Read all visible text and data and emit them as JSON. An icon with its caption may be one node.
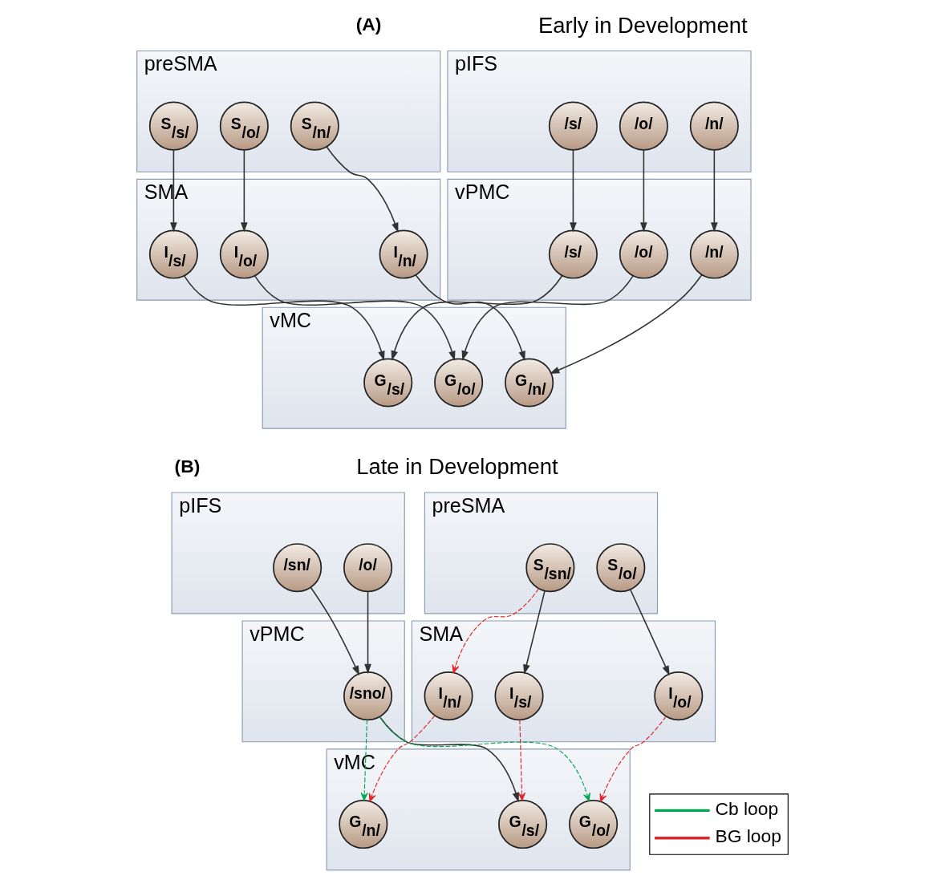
{
  "diagram": {
    "nodes": [
      {
        "text": [
          "pIFS"
        ]
      },
      {
        "text": [
          "/s/"
        ],
        "in": 0
      },
      {
        "text": [
          "/n/"
        ],
        "in": 0
      },
      {
        "text": [
          "/o/"
        ],
        "in": 0
      },
      {
        "text": [
          "preSMA"
        ]
      },
      {
        "text": [
          "S$_{/s/}$"
        ],
        "in": 4
      },
      {
        "text": [
          "S$_{/n/}$"
        ],
        "in": 4
      },
      {
        "text": [
          "S$_{/o/}$"
        ],
        "in": 4
      },
      {
        "text": [
          "vPMC"
        ]
      },
      {
        "text": [
          "/s/"
        ],
        "in": 8
      },
      {
        "text": [
          "/n/"
        ],
        "in": 8
      },
      {
        "text": [
          "/o/"
        ],
        "in": 8
      },
      {
        "text": [
          "SMA"
        ]
      },
      {
        "text": [
          "I$_{/s/}$"
        ],
        "in": 12
      },
      {
        "text": [
          "I$_{/n/}$"
        ],
        "in": 12
      },
      {
        "text": [
          "I$_{/o/}$"
        ],
        "in": 12
      },
      {
        "text": [
          "vMC"
        ]
      },
      {
        "text": [
          "G$_{/s/}$"
        ],
        "in": 16
      },
      {
        "text": [
          "G$_{/n/}$"
        ],
        "in": 16
      },
      {
        "text": [
          "G$_{/o/}$"
        ],
        "in": 16
      },
      {
        "text": [
          "pIFS"
        ]
      },
      {
        "text": [
          "/sn/"
        ],
        "in": 20
      },
      {
        "text": [
          "/o/"
        ],
        "in": 20
      },
      {
        "text": [
          "preSMA"
        ]
      },
      {
        "text": [
          "S$_{/sn/}$"
        ],
        "in": 23
      },
      {
        "text": [
          "S$_{/o/}$"
        ],
        "in": 23
      },
      {
        "text": [
          "vPMC"
        ]
      },
      {
        "text": [
          "/sno/"
        ],
        "in": 26
      },
      {
        "text": [
          "SMA"
        ]
      },
      {
        "text": [
          "I$_{/s/}$"
        ],
        "in": 28
      },
      {
        "text": [
          "I$_{/n/}$"
        ],
        "in": 28
      },
      {
        "text": [
          "I$_{/o/}$"
        ],
        "in": 28
      },
      {
        "text": [
          "vMC"
        ]
      },
      {
        "text": [
          "G$_{/s/}$"
        ],
        "in": 32
      },
      {
        "text": [
          "G$_{/n/}$"
        ],
        "in": 32
      },
      {
        "text": [
          "G$_{/o/}$"
        ],
        "in": 32
      }
    ],
    "edges": [
      {
        "from": 1,
        "to": 9,
        "arrow": "to"
      },
      {
        "from": 2,
        "to": 10,
        "arrow": "to"
      },
      {
        "from": 3,
        "to": 11,
        "arrow": "to"
      },
      {
        "from": 5,
        "to": 13,
        "arrow": "to"
      },
      {
        "from": 6,
        "to": 14,
        "arrow": "to"
      },
      {
        "from": 7,
        "to": 15,
        "arrow": "to"
      },
      {
        "from": 9,
        "to": 17,
        "arrow": "to"
      },
      {
        "from": 10,
        "to": 18,
        "arrow": "to"
      },
      {
        "from": 11,
        "to": 19,
        "arrow": "to"
      },
      {
        "from": 13,
        "to": 17,
        "arrow": "to"
      },
      {
        "from": 14,
        "to": 18,
        "arrow": "to"
      },
      {
        "from": 15,
        "to": 19,
        "arrow": "to"
      },
      {
        "from": 21,
        "to": 27,
        "arrow": "to"
      },
      {
        "from": 22,
        "to": 27,
        "arrow": "to"
      },
      {
        "from": 24,
        "to": 29,
        "arrow": "to"
      },
      {
        "from": 24,
        "to": 30,
        "arrow": "to",
        "style": "dashed",
        "color": "#e0262b"
      },
      {
        "from": 25,
        "to": 31,
        "arrow": "to"
      },
      {
        "from": 27,
        "to": 33,
        "arrow": "to"
      },
      {
        "from": 27,
        "to": 34,
        "arrow": "to",
        "style": "dashed",
        "color": "#00a651"
      },
      {
        "from": 27,
        "to": 35,
        "arrow": "to",
        "style": "dashed",
        "color": "#00a651"
      },
      {
        "from": 29,
        "to": 33,
        "arrow": "to",
        "style": "dashed",
        "color": "#e0262b"
      },
      {
        "from": 30,
        "to": 34,
        "arrow": "to",
        "style": "dashed",
        "color": "#e0262b"
      },
      {
        "from": 31,
        "to": 35,
        "arrow": "to",
        "style": "dashed",
        "color": "#e0262b"
      }
    ],
    "labels": [
      "(A)",
      "Early in Development",
      "(B)",
      "Late in Development"
    ],
    "legend": [
      {
        "text": "Cb loop"
      },
      {
        "text": "BG loop"
      }
    ]
  }
}
